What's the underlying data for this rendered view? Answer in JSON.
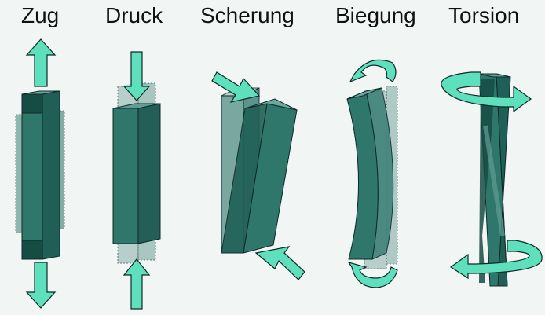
{
  "labels": {
    "tension": "Zug",
    "compression": "Druck",
    "shear": "Scherung",
    "bending": "Biegung",
    "torsion": "Torsion"
  },
  "colors": {
    "background": "#f1f5f4",
    "beam_dark": "#1b5a50",
    "beam_mid": "#2f766b",
    "beam_light": "#5f9e95",
    "ghost": "#8fb7b1",
    "arrow_fill": "#5fe0bd",
    "outline": "#0e2a26"
  }
}
